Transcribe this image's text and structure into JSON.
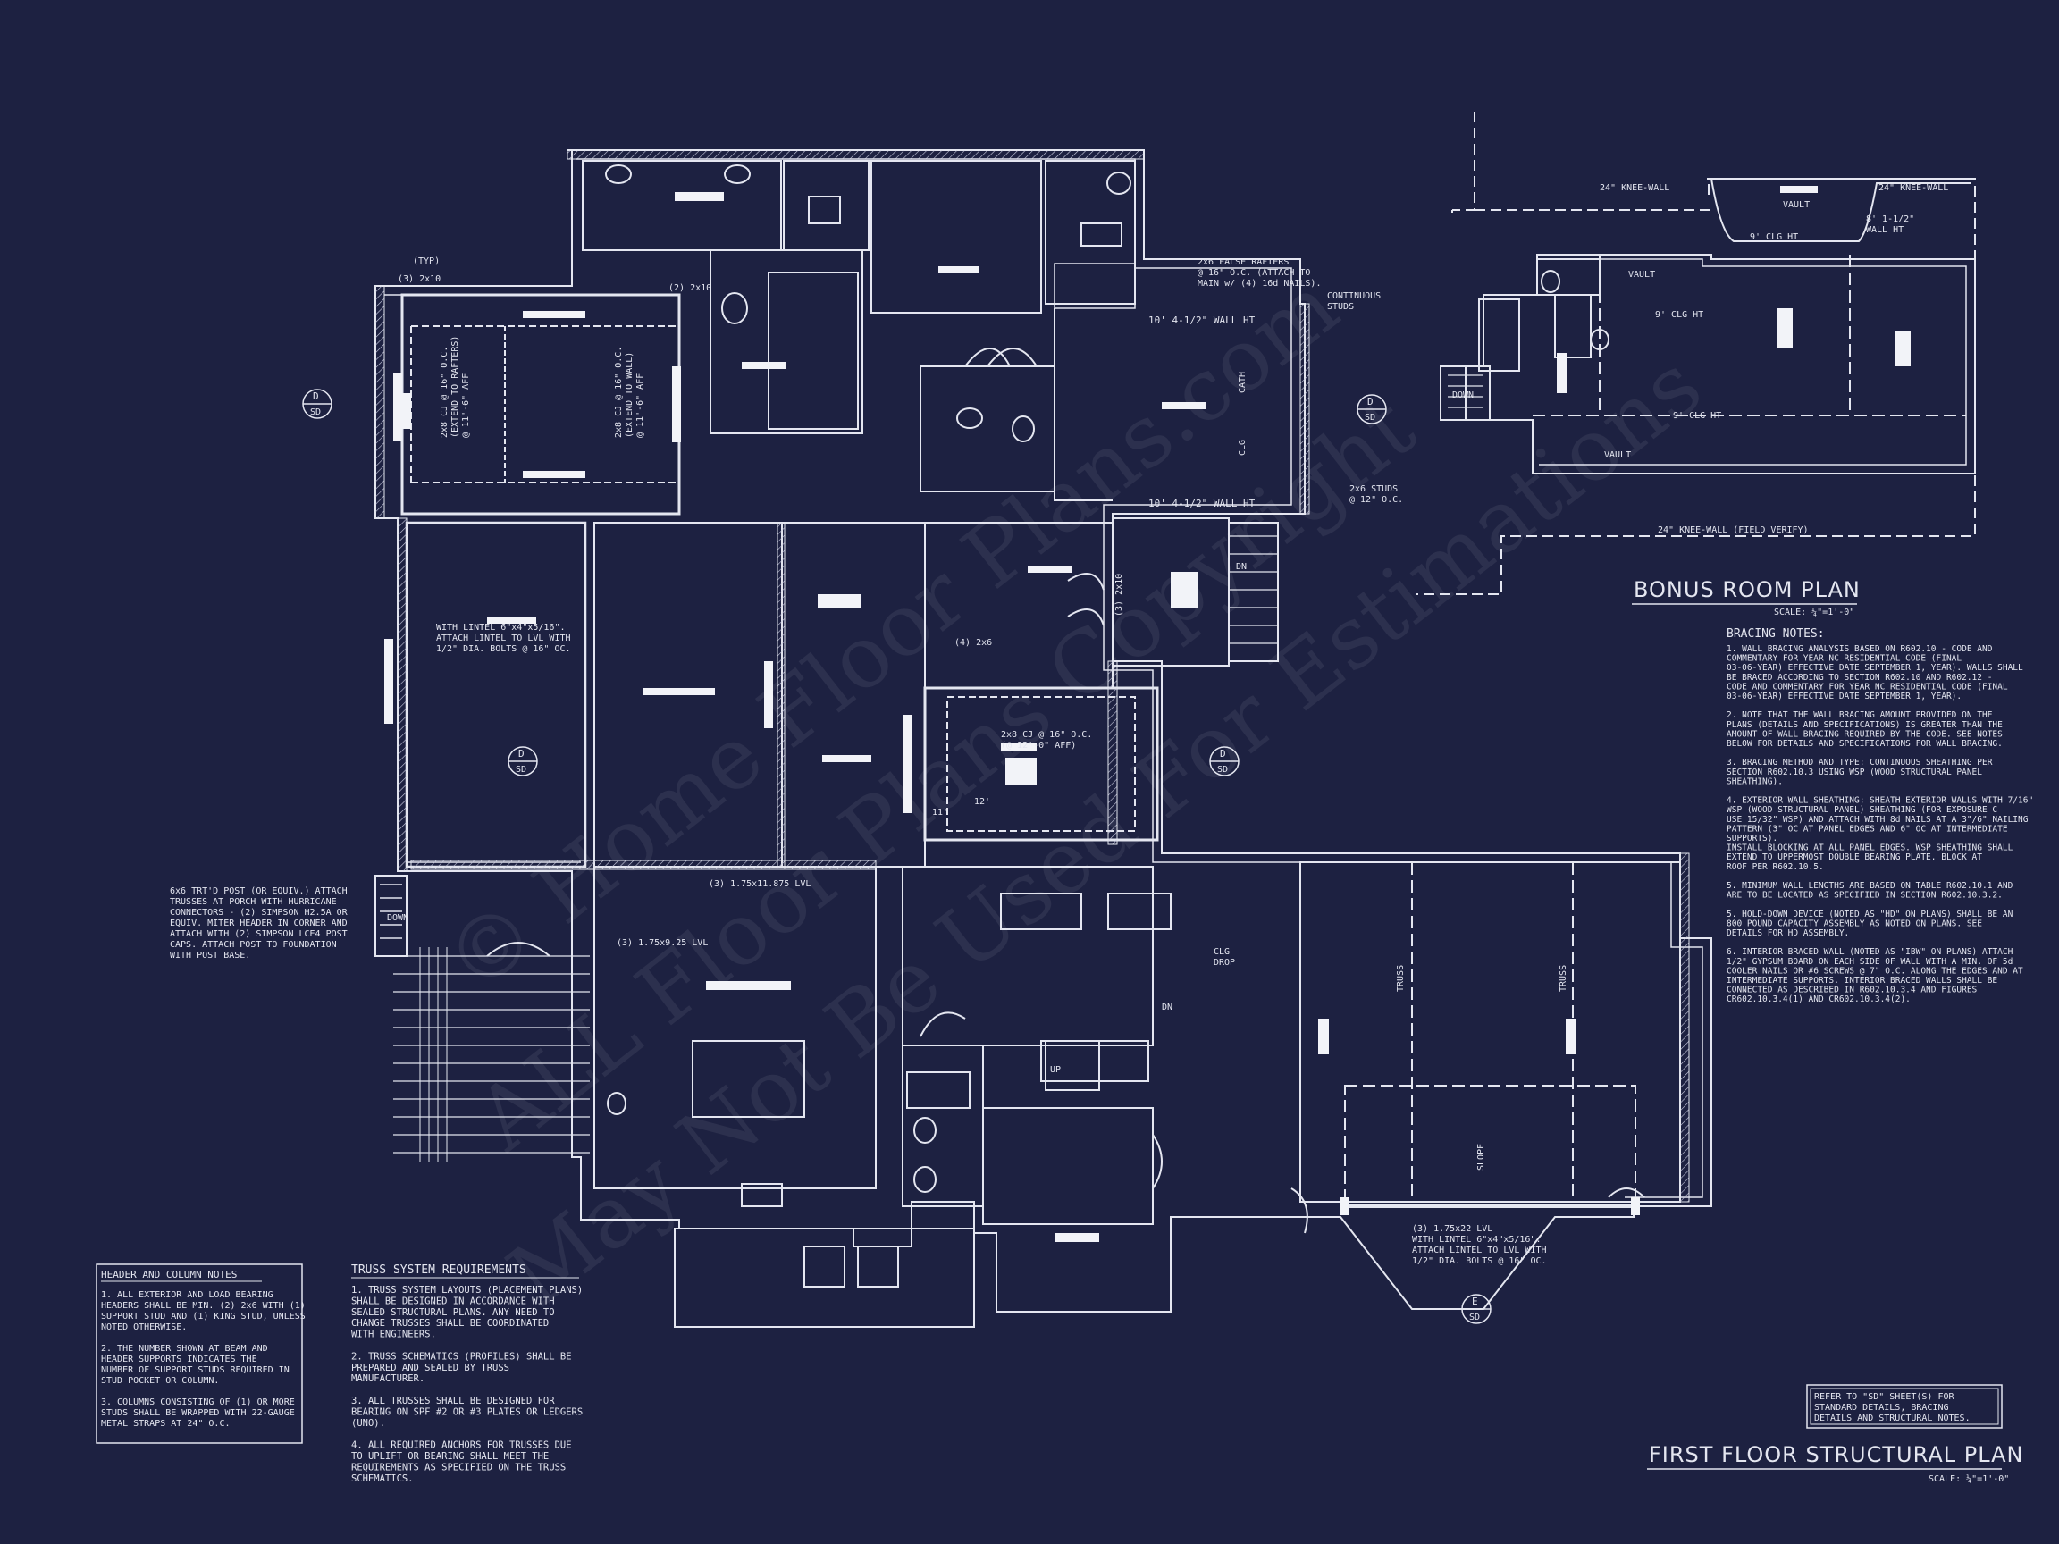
{
  "colors": {
    "background": "#1d2141",
    "linework": "#e4e6f0",
    "watermark": "rgba(255,255,255,0.07)"
  },
  "bonus_plan": {
    "title": "BONUS ROOM PLAN",
    "scale": "SCALE: ¼\"=1'-0\"",
    "knee_wall_left": "24\" KNEE-WALL",
    "knee_wall_right": "24\" KNEE-WALL",
    "knee_wall_bottom": "24\" KNEE-WALL (FIELD VERIFY)",
    "vault_1": "VAULT",
    "vault_2": "VAULT",
    "vault_3": "VAULT",
    "clg_1": "9' CLG HT",
    "clg_2": "9' CLG HT",
    "clg_3": "9' CLG HT",
    "wall_ht": "8' 1-1/2\"\nWALL HT",
    "down": "DOWN"
  },
  "plan_labels": {
    "typ": "(TYP)",
    "two_x_ten_a": "(3) 2x10",
    "two_x_ten_b": "(2) 2x10",
    "false_rafters": "2x6 FALSE RAFTERS\n@ 16\" O.C. (ATTACH TO\nMAIN w/ (4) 16d NAILS).",
    "continuous_studs": "CONTINUOUS\nSTUDS",
    "wall_ht_top": "10' 4-1/2\" WALL HT",
    "wall_ht_bottom": "10' 4-1/2\" WALL HT",
    "studs_12": "2x6 STUDS\n@ 12\" O.C.",
    "cath": "CATH",
    "clg": "CLG",
    "cj_left": "2x8 CJ @ 16\" O.C.\n(EXTEND TO RAFTERS)\n@ 11'-6\" AFF",
    "cj_right": "2x8 CJ @ 16\" O.C.\n(EXTEND TO WALL)\n@ 11'-6\" AFF",
    "lintel_left": "WITH LINTEL 6\"x4\"x5/16\".\nATTACH LINTEL TO LVL WITH\n1/2\" DIA. BOLTS @ 16\" OC.",
    "four_2x6": "(4) 2x6",
    "three_2x10": "(3) 2x10",
    "cj_center": "2x8 CJ @ 16\" O.C.\n(@ 12'-0\" AFF)",
    "dim_12": "12'",
    "dim_11": "11'",
    "lvl_1": "(3) 1.75x11.875 LVL",
    "lvl_2": "(3) 1.75x9.25 LVL",
    "lvl_3": "(3) 1.75x22 LVL\nWITH LINTEL 6\"x4\"x5/16\".\nATTACH LINTEL TO LVL WITH\n1/2\" DIA. BOLTS @ 16\" OC.",
    "porch_post": "6x6 TRT'D POST (OR EQUIV.) ATTACH\nTRUSSES AT PORCH WITH HURRICANE\nCONNECTORS - (2) SIMPSON H2.5A OR\nEQUIV. MITER HEADER IN CORNER AND\nATTACH WITH (2) SIMPSON LCE4 POST\nCAPS. ATTACH POST TO FOUNDATION\nWITH POST BASE.",
    "down_left": "DOWN",
    "clg_drop": "CLG\nDROP",
    "dn": "DN",
    "up": "UP",
    "truss_1": "TRUSS",
    "truss_2": "TRUSS",
    "slope": "SLOPE",
    "sd": "SD",
    "d": "D",
    "e": "E"
  },
  "bracing_notes": {
    "heading": "BRACING NOTES:",
    "lines": [
      "1. WALL BRACING ANALYSIS BASED ON R602.10 - CODE AND",
      "COMMENTARY FOR YEAR NC RESIDENTIAL CODE (FINAL",
      "03-06-YEAR) EFFECTIVE DATE SEPTEMBER 1, YEAR). WALLS SHALL",
      "BE BRACED ACCORDING TO SECTION R602.10 AND R602.12 -",
      "CODE AND COMMENTARY FOR YEAR NC RESIDENTIAL CODE (FINAL",
      "03-06-YEAR) EFFECTIVE DATE SEPTEMBER 1, YEAR).",
      "",
      "2. NOTE THAT THE WALL BRACING AMOUNT PROVIDED ON THE",
      "PLANS (DETAILS AND SPECIFICATIONS) IS GREATER THAN THE",
      "AMOUNT OF WALL BRACING REQUIRED BY THE CODE. SEE NOTES",
      "BELOW FOR DETAILS AND SPECIFICATIONS FOR WALL BRACING.",
      "",
      "3. BRACING METHOD AND TYPE: CONTINUOUS SHEATHING PER",
      "SECTION R602.10.3 USING WSP (WOOD STRUCTURAL PANEL",
      "SHEATHING).",
      "",
      "4. EXTERIOR WALL SHEATHING: SHEATH EXTERIOR WALLS WITH 7/16\"",
      "WSP (WOOD STRUCTURAL PANEL) SHEATHING (FOR EXPOSURE C",
      "USE 15/32\" WSP) AND ATTACH WITH 8d NAILS AT A 3\"/6\" NAILING",
      "PATTERN (3\" OC AT PANEL EDGES AND 6\" OC AT INTERMEDIATE",
      "SUPPORTS).",
      "INSTALL BLOCKING AT ALL PANEL EDGES. WSP SHEATHING SHALL",
      "EXTEND TO UPPERMOST DOUBLE BEARING PLATE. BLOCK AT",
      "ROOF PER R602.10.5.",
      "",
      "5. MINIMUM WALL LENGTHS ARE BASED ON TABLE R602.10.1 AND",
      "ARE TO BE LOCATED AS SPECIFIED IN SECTION R602.10.3.2.",
      "",
      "5. HOLD-DOWN DEVICE (NOTED AS \"HD\" ON PLANS) SHALL BE AN",
      "800 POUND CAPACITY ASSEMBLY AS NOTED ON PLANS. SEE",
      "DETAILS FOR HD ASSEMBLY.",
      "",
      "6. INTERIOR BRACED WALL (NOTED AS \"IBW\" ON PLANS) ATTACH",
      "1/2\" GYPSUM BOARD ON EACH SIDE OF WALL WITH A MIN. OF 5d",
      "COOLER NAILS OR #6 SCREWS @ 7\" O.C. ALONG THE EDGES AND AT",
      "INTERMEDIATE SUPPORTS. INTERIOR BRACED WALLS SHALL BE",
      "CONNECTED AS DESCRIBED IN R602.10.3.4 AND FIGURES",
      "CR602.10.3.4(1) AND CR602.10.3.4(2)."
    ]
  },
  "header_notes": {
    "heading": "HEADER AND COLUMN NOTES",
    "lines": [
      "1. ALL EXTERIOR AND LOAD BEARING",
      "HEADERS SHALL BE MIN. (2) 2x6 WITH (1)",
      "SUPPORT STUD AND (1) KING STUD, UNLESS",
      "NOTED OTHERWISE.",
      "",
      "2. THE NUMBER SHOWN AT BEAM AND",
      "HEADER SUPPORTS INDICATES THE",
      "NUMBER OF SUPPORT STUDS REQUIRED IN",
      "STUD POCKET OR COLUMN.",
      "",
      "3. COLUMNS CONSISTING OF (1) OR MORE",
      "STUDS SHALL BE WRAPPED WITH 22-GAUGE",
      "METAL STRAPS AT 24\" O.C."
    ]
  },
  "truss_notes": {
    "heading": "TRUSS SYSTEM REQUIREMENTS",
    "lines": [
      "1. TRUSS SYSTEM LAYOUTS (PLACEMENT PLANS)",
      "SHALL BE DESIGNED IN ACCORDANCE WITH",
      "SEALED STRUCTURAL PLANS. ANY NEED TO",
      "CHANGE TRUSSES SHALL BE COORDINATED",
      "WITH ENGINEERS.",
      "",
      "2. TRUSS SCHEMATICS (PROFILES) SHALL BE",
      "PREPARED AND SEALED BY TRUSS",
      "MANUFACTURER.",
      "",
      "3. ALL TRUSSES SHALL BE DESIGNED FOR",
      "BEARING ON SPF #2 OR #3 PLATES OR LEDGERS",
      "(UNO).",
      "",
      "4. ALL REQUIRED ANCHORS FOR TRUSSES DUE",
      "TO UPLIFT OR BEARING SHALL MEET THE",
      "REQUIREMENTS AS SPECIFIED ON THE TRUSS",
      "SCHEMATICS."
    ]
  },
  "refer_box": {
    "lines": [
      "REFER TO \"SD\" SHEET(S) FOR",
      "STANDARD DETAILS, BRACING",
      "DETAILS AND STRUCTURAL NOTES."
    ]
  },
  "main_title": {
    "title": "FIRST FLOOR STRUCTURAL PLAN",
    "scale": "SCALE: ¼\"=1'-0\""
  },
  "watermark": {
    "line1": "© Home Floor Plans.com",
    "line2": "ALL Floor Plans Copyright",
    "line3": "May Not Be Used For Estimations"
  }
}
